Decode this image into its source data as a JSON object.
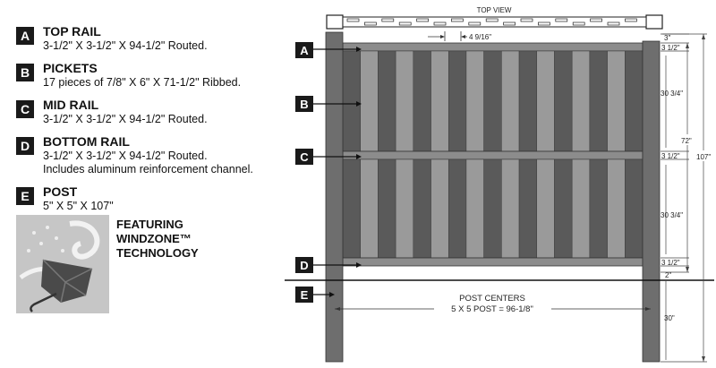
{
  "legend": [
    {
      "letter": "A",
      "title": "TOP RAIL",
      "lines": [
        "3-1/2\" X 3-1/2\" X 94-1/2\" Routed."
      ]
    },
    {
      "letter": "B",
      "title": "PICKETS",
      "lines": [
        "17 pieces of 7/8\" X 6\" X 71-1/2\" Ribbed."
      ]
    },
    {
      "letter": "C",
      "title": "MID RAIL",
      "lines": [
        "3-1/2\" X 3-1/2\" X 94-1/2\" Routed."
      ]
    },
    {
      "letter": "D",
      "title": "BOTTOM RAIL",
      "lines": [
        "3-1/2\" X 3-1/2\" X 94-1/2\" Routed.",
        "Includes aluminum reinforcement channel."
      ]
    },
    {
      "letter": "E",
      "title": "POST",
      "lines": [
        "5\" X 5\" X 107\""
      ]
    }
  ],
  "feature": {
    "lines": [
      "FEATURING",
      "WINDZONE™",
      "TECHNOLOGY"
    ]
  },
  "diagram": {
    "top_view": "TOP VIEW",
    "picket_gap": "4 9/16\"",
    "post_centers_line1": "POST CENTERS",
    "post_centers_line2": "5 X 5 POST = 96-1/8\"",
    "dims": {
      "d3": "3\"",
      "d312a": "3 1/2\"",
      "d3034a": "30 3/4\"",
      "d312b": "3 1/2\"",
      "d3034b": "30 3/4\"",
      "d312c": "3 1/2\"",
      "d2": "2\"",
      "d30": "30\"",
      "d72": "72\"",
      "d107": "107\""
    },
    "colors": {
      "dark": "#5a5a5a",
      "light": "#9a9a9a",
      "post": "#6e6e6e",
      "rail": "#8c8c8c",
      "badge": "#1a1a1a"
    }
  }
}
